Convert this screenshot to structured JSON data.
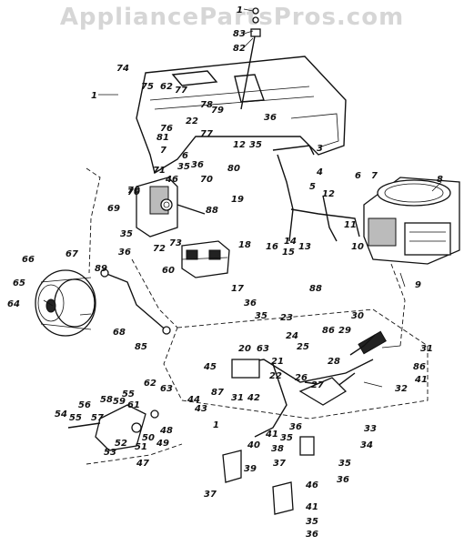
{
  "watermark": "AppliancePartsPros.com",
  "part_numbers": [
    "1",
    "83",
    "82",
    "74",
    "75",
    "62",
    "77",
    "78",
    "79",
    "36",
    "1",
    "76",
    "22",
    "81",
    "7",
    "6",
    "77",
    "12",
    "35",
    "80",
    "70",
    "71",
    "46",
    "35",
    "36",
    "70",
    "3",
    "4",
    "6",
    "7",
    "8",
    "5",
    "12",
    "88",
    "19",
    "70",
    "69",
    "35",
    "72",
    "36",
    "73",
    "60",
    "18",
    "16",
    "14",
    "15",
    "13",
    "11",
    "10",
    "9",
    "17",
    "89",
    "66",
    "67",
    "65",
    "68",
    "64",
    "85",
    "36",
    "35",
    "88",
    "23",
    "86",
    "30",
    "31",
    "45",
    "20",
    "63",
    "24",
    "25",
    "29",
    "28",
    "22",
    "21",
    "27",
    "26",
    "41",
    "32",
    "86",
    "42",
    "44",
    "43",
    "87",
    "31",
    "62",
    "63",
    "55",
    "56",
    "58",
    "59",
    "61",
    "48",
    "57",
    "50",
    "51",
    "49",
    "47",
    "54",
    "55",
    "52",
    "53",
    "1",
    "40",
    "41",
    "35",
    "36",
    "33",
    "34",
    "38",
    "35",
    "37",
    "39",
    "36",
    "46",
    "37",
    "41",
    "35",
    "36"
  ]
}
